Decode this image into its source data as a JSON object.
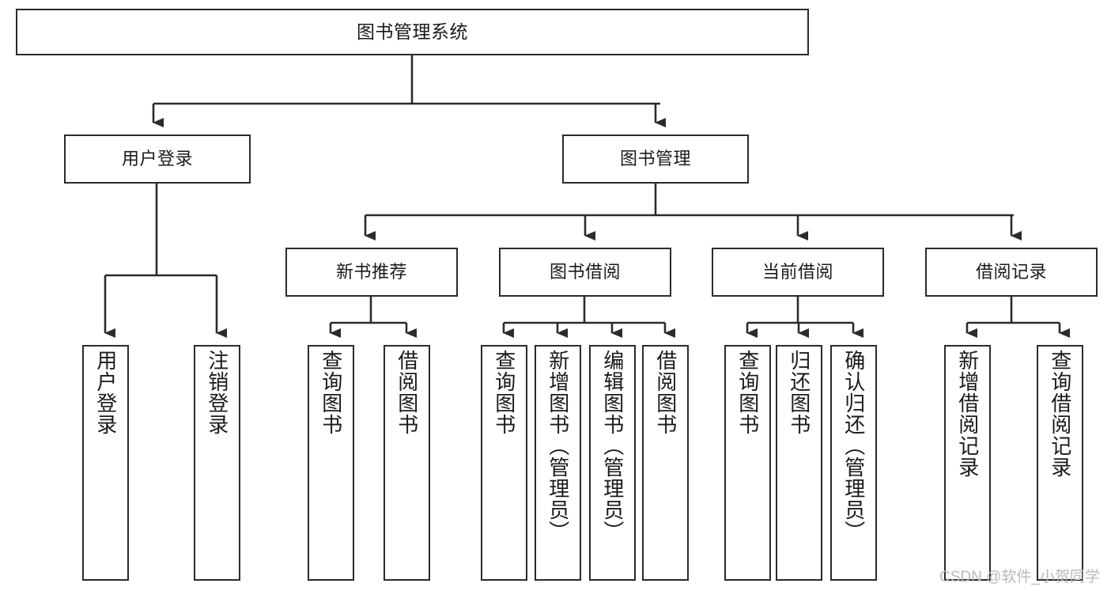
{
  "diagram": {
    "title": "图书管理系统",
    "type": "tree",
    "watermark": "CSDN @软件_小贺同学",
    "colors": {
      "box_border": "#2b2b2b",
      "box_fill": "#ffffff",
      "edge": "#2b2b2b",
      "text": "#1a1a1a",
      "watermark": "#b9b9b9"
    },
    "nodes": {
      "root": {
        "label": "图书管理系统"
      },
      "level2": [
        {
          "label": "用户登录"
        },
        {
          "label": "图书管理"
        }
      ],
      "level3": [
        {
          "label": "新书推荐"
        },
        {
          "label": "图书借阅"
        },
        {
          "label": "当前借阅"
        },
        {
          "label": "借阅记录"
        }
      ],
      "leaves": {
        "user_login": [
          {
            "label": "用户登录"
          },
          {
            "label": "注销登录"
          }
        ],
        "new_book_recommend": [
          {
            "label": "查询图书"
          },
          {
            "label": "借阅图书"
          }
        ],
        "book_borrow": [
          {
            "label": "查询图书"
          },
          {
            "label": "新增图书（管理员）"
          },
          {
            "label": "编辑图书（管理员）"
          },
          {
            "label": "借阅图书"
          }
        ],
        "current_borrow": [
          {
            "label": "查询图书"
          },
          {
            "label": "归还图书"
          },
          {
            "label": "确认归还（管理员）"
          }
        ],
        "borrow_record": [
          {
            "label": "新增借阅记录"
          },
          {
            "label": "查询借阅记录"
          }
        ]
      }
    }
  }
}
